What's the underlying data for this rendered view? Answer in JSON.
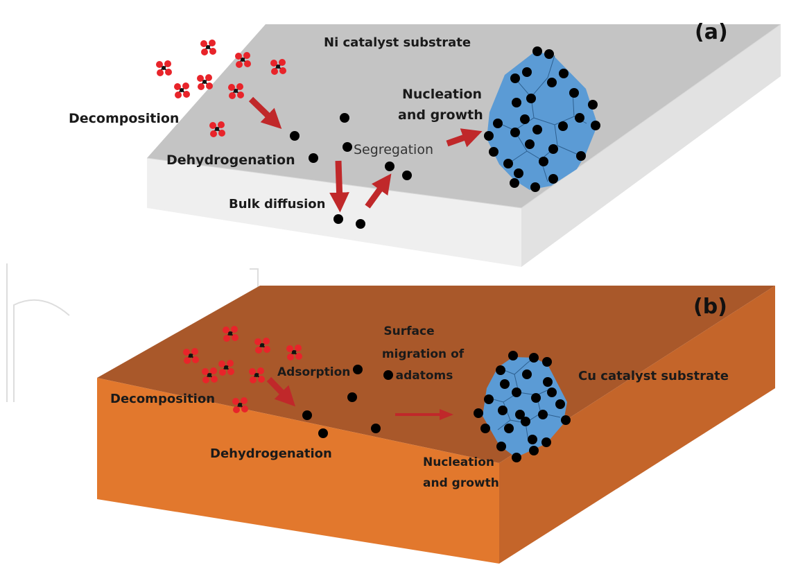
{
  "panel_a": {
    "tag": "(a)",
    "substrate": "Ni catalyst substrate",
    "decomposition": "Decomposition",
    "dehydrogenation": "Dehydrogenation",
    "segregation": "Segregation",
    "bulk_diffusion": "Bulk diffusion",
    "nucleation_line1": "Nucleation",
    "nucleation_line2": "and growth"
  },
  "panel_b": {
    "tag": "(b)",
    "substrate": "Cu catalyst substrate",
    "decomposition": "Decomposition",
    "adsorption": "Adsorption",
    "dehydrogenation": "Dehydrogenation",
    "surface_line1": "Surface",
    "surface_line2": "migration of",
    "surface_line3": "adatoms",
    "nucleation_line1": "Nucleation",
    "nucleation_line2": "and growth"
  },
  "colors": {
    "ni_top": "#c4c4c4",
    "ni_front": "#efefef",
    "ni_side": "#e2e2e2",
    "cu_top": "#a9582a",
    "cu_front": "#e2782d",
    "cu_side": "#c4652a",
    "graphene": "#5b9bd5",
    "arrow": "#c0282a",
    "molecule": "#e8242a",
    "atom": "#000000"
  }
}
